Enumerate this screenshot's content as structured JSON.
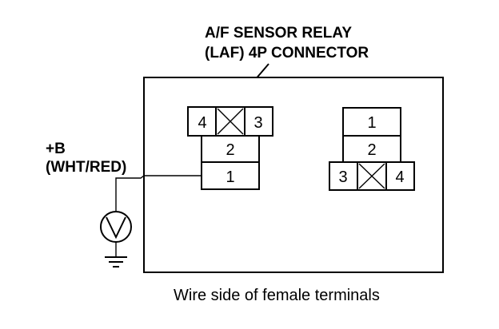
{
  "connector_label": {
    "line1": "A/F SENSOR RELAY",
    "line2": "(LAF) 4P CONNECTOR"
  },
  "supply_label": {
    "line1": "+B",
    "line2": "(WHT/RED)"
  },
  "left_connector": {
    "top_row": [
      "4",
      "3"
    ],
    "middle": "2",
    "bottom": "1"
  },
  "right_connector": {
    "top": "1",
    "middle": "2",
    "bottom_row": [
      "3",
      "4"
    ]
  },
  "meter_symbol": "V",
  "caption": "Wire side of female terminals"
}
